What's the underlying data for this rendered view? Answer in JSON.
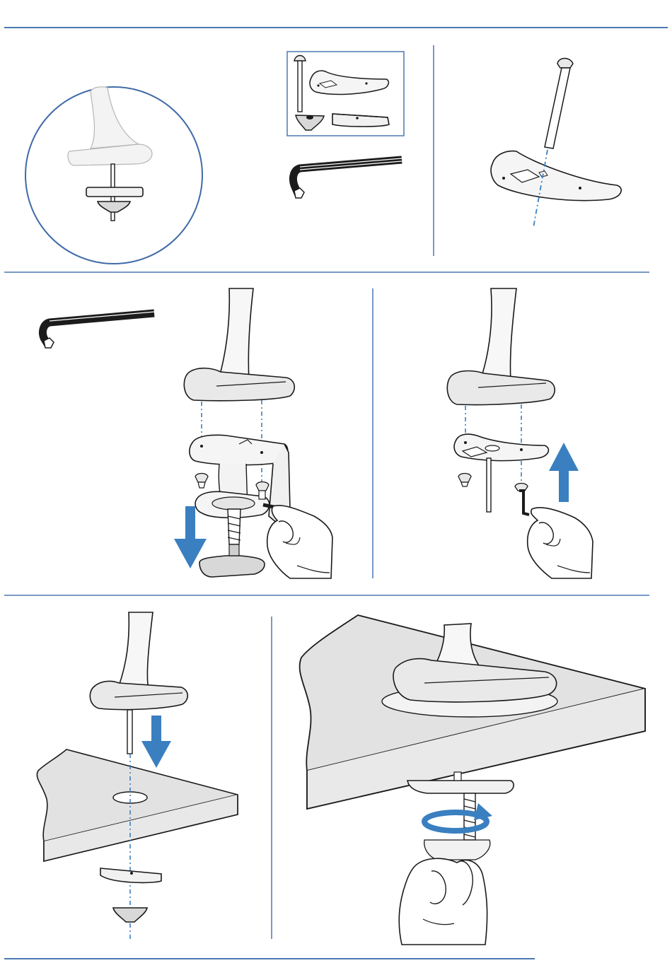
{
  "colors": {
    "accent_blue": "#3a7fc0",
    "rule_blue": "#4a78b0",
    "line": "#1a1a1a",
    "surface_gray": "#e6e6e6",
    "desk_gray": "#e2e2e2",
    "part_light": "#f1f1f1",
    "key_dark": "#1c1c1c"
  },
  "figures": [
    {
      "id": "step-1-overview",
      "icons": [
        "magnifier-circle",
        "grommet-mount-zoom"
      ]
    },
    {
      "id": "step-1-parts",
      "icons": [
        "carriage-bolt",
        "grommet-plate",
        "wing-nut",
        "backing-plate",
        "allen-key"
      ]
    },
    {
      "id": "step-2-bolt-insert",
      "icons": [
        "carriage-bolt",
        "grommet-plate",
        "alignment-line"
      ]
    },
    {
      "id": "step-3-remove-clamp",
      "icons": [
        "allen-key",
        "stand-base",
        "c-clamp",
        "screws",
        "hand",
        "down-arrow"
      ]
    },
    {
      "id": "step-4-attach-plate",
      "icons": [
        "stand-base",
        "grommet-plate",
        "screws",
        "hand",
        "up-arrow"
      ]
    },
    {
      "id": "step-5-insert-through-desk",
      "icons": [
        "stand-base",
        "bolt",
        "desk-hole",
        "backing-plate",
        "wing-nut",
        "down-arrow"
      ]
    },
    {
      "id": "step-6-tighten",
      "icons": [
        "stand-base",
        "desk",
        "backing-plate",
        "wing-nut",
        "hand",
        "rotate-arrow"
      ]
    }
  ]
}
